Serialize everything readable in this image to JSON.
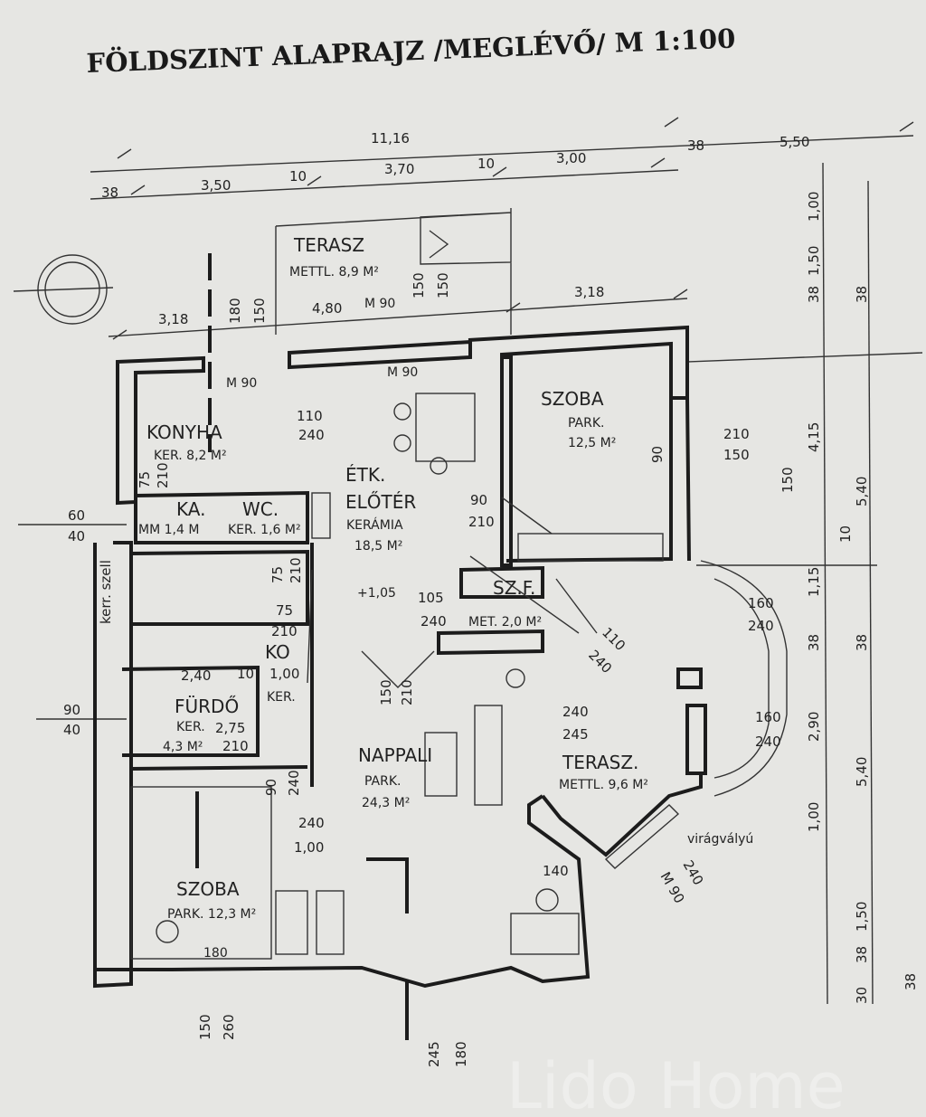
{
  "title": "FÖLDSZINT ALAPRAJZ /MEGLÉVŐ/ M 1:100",
  "watermark": "Lido Home",
  "top_dims": {
    "total": "11,16",
    "d1": "38",
    "d2": "3,50",
    "d3": "10",
    "d4": "3,70",
    "d5": "10",
    "d6": "3,00",
    "d7": "38",
    "d8": "5,50"
  },
  "second_dims": {
    "d1": "3,18",
    "d2": "4,80",
    "d3": "3,18"
  },
  "right_dims": [
    "1,00",
    "1,50",
    "38",
    "38",
    "4,15",
    "5,40",
    "10",
    "1,15",
    "38",
    "38",
    "2,90",
    "5,40",
    "1,00",
    "1,50",
    "38",
    "38",
    "30"
  ],
  "rooms": {
    "terasz_top": {
      "name": "TERASZ",
      "area": "METTL. 8,9 M²"
    },
    "konyha": {
      "name": "KONYHA",
      "area": "KER. 8,2 M²"
    },
    "etk": {
      "name1": "ÉTK.",
      "name2": "ELŐTÉR",
      "floor": "KERÁMIA",
      "area": "18,5 M²"
    },
    "szoba_top": {
      "name": "SZOBA",
      "floor": "PARK.",
      "area": "12,5 M²"
    },
    "kamra": {
      "name": "KA.",
      "area": "MM 1,4 M"
    },
    "wc": {
      "name": "WC.",
      "area": "KER. 1,6 M²"
    },
    "szf": {
      "name": "SZ.F.",
      "area": "MET. 2,0 M²"
    },
    "furdo": {
      "name": "FÜRDŐ",
      "area1": "KER.",
      "area2": "4,3 M²"
    },
    "ko": {
      "name": "KO",
      "floor": "KER."
    },
    "nappali": {
      "name": "NAPPALI",
      "floor": "PARK.",
      "area": "24,3 M²"
    },
    "terasz_right": {
      "name": "TERASZ.",
      "area": "METTL. 9,6 M²"
    },
    "szoba_bottom": {
      "name": "SZOBA",
      "area": "PARK. 12,3 M²"
    },
    "viragvalyu": "virágvályú"
  },
  "openings": [
    "M 90",
    "M 90",
    "110",
    "240",
    "90",
    "210",
    "180",
    "150",
    "60",
    "40",
    "75",
    "210",
    "75",
    "210",
    "+1,05",
    "105",
    "240",
    "75",
    "210",
    "1,00",
    "2,40",
    "10",
    "2,75",
    "210",
    "90",
    "40",
    "150",
    "210",
    "240",
    "245",
    "160",
    "240",
    "160",
    "240",
    "110",
    "240",
    "90",
    "210",
    "150",
    "240",
    "1,00",
    "140",
    "240",
    "M 90",
    "180",
    "150",
    "260",
    "245",
    "180",
    "150",
    "90",
    "240",
    "150",
    "150",
    "M 90",
    "kerr. szell"
  ]
}
